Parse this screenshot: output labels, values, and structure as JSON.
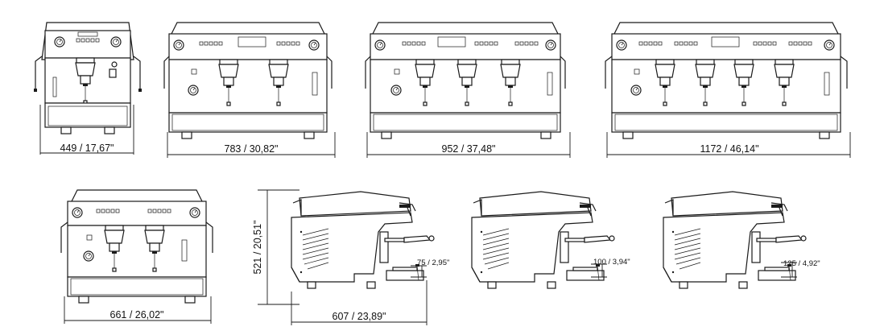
{
  "dimensions": {
    "width_1group": "449 / 17,67\"",
    "width_2group": "783  / 30,82\"",
    "width_3group": "952 / 37,48\"",
    "width_4group": "1172 / 46,14\"",
    "width_2group_compact": "661  / 26,02\"",
    "height": "521 / 20,51\"",
    "depth": "607  / 23,89\"",
    "clearance_a": "75 / 2,95\"",
    "clearance_b": "100 / 3,94\"",
    "clearance_c": "125 / 4,92\""
  }
}
